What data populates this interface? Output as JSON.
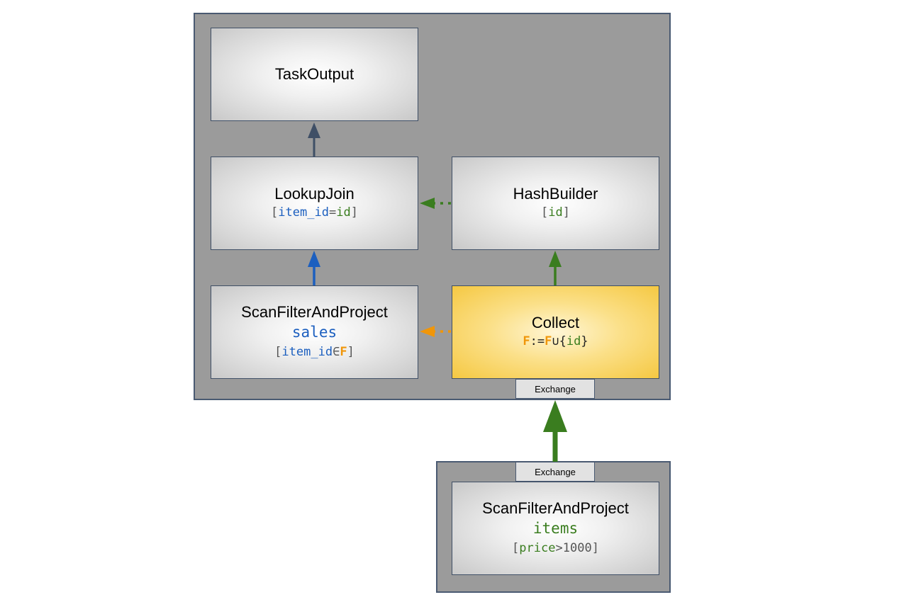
{
  "stage_top": {
    "nodes": {
      "task_output": {
        "title": "TaskOutput"
      },
      "lookup_join": {
        "title": "LookupJoin",
        "detail": {
          "open": "[",
          "left": "item_id",
          "op": "=",
          "right": "id",
          "close": "]"
        }
      },
      "hash_builder": {
        "title": "HashBuilder",
        "detail": {
          "open": "[",
          "key": "id",
          "close": "]"
        }
      },
      "scan_sales": {
        "title": "ScanFilterAndProject",
        "table": "sales",
        "detail": {
          "open": "[",
          "col": "item_id",
          "op": "∈",
          "set": "F",
          "close": "]"
        }
      },
      "collect": {
        "title": "Collect",
        "detail": {
          "var": "F",
          "assign": ":=",
          "var2": "F",
          "union": "∪",
          "open": "{",
          "col": "id",
          "close": "}"
        }
      }
    },
    "exchange_label": "Exchange"
  },
  "stage_bottom": {
    "exchange_label": "Exchange",
    "nodes": {
      "scan_items": {
        "title": "ScanFilterAndProject",
        "table": "items",
        "detail": {
          "open": "[",
          "col": "price",
          "op": ">",
          "value": "1000",
          "close": "]"
        }
      }
    }
  },
  "colors": {
    "container": "#9b9b9b",
    "border": "#4a5a72",
    "blue": "#1c5fbf",
    "green": "#3a7d1f",
    "orange": "#f0960a",
    "slate": "#3f4f66"
  }
}
